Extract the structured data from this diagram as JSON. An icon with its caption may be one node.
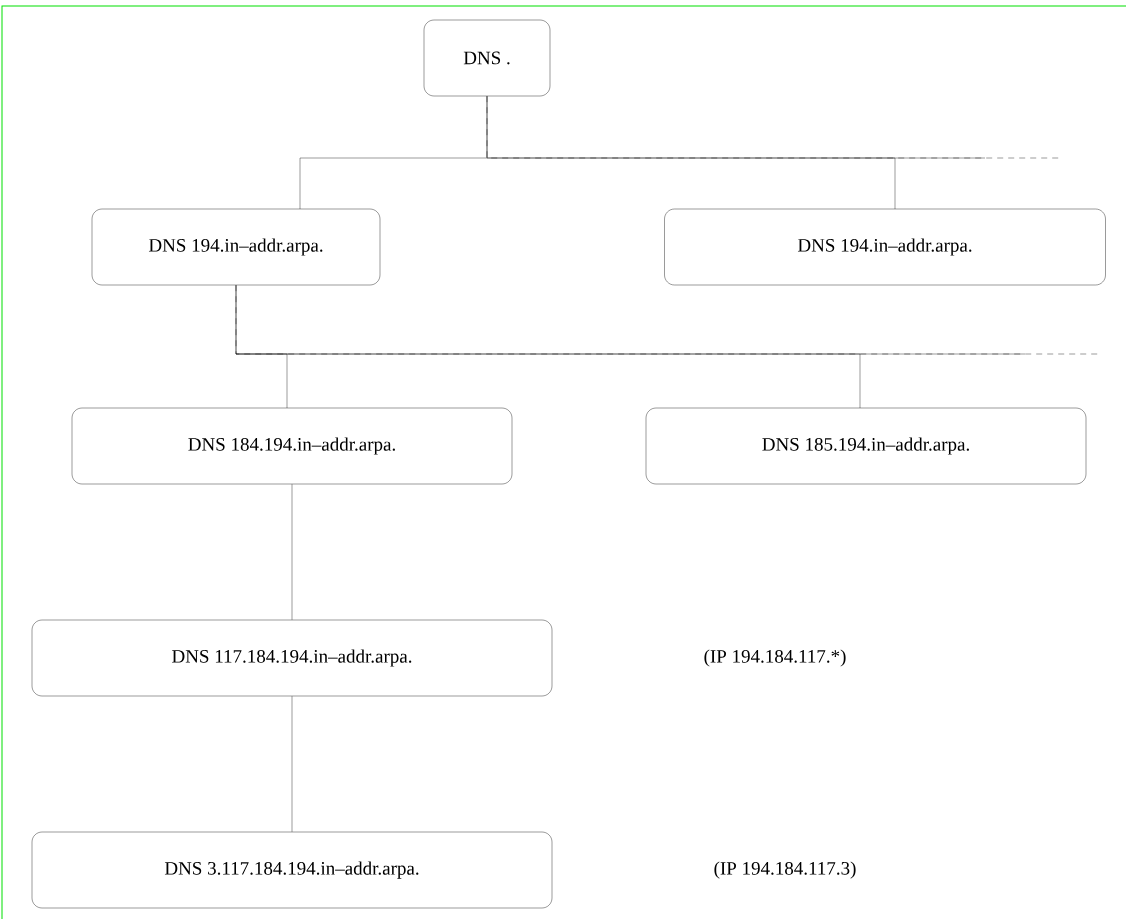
{
  "diagram": {
    "nodes": [
      {
        "text": [
          "DNS ."
        ]
      },
      {
        "text": [
          "DNS 194.in–addr.arpa."
        ]
      },
      {
        "text": [
          "DNS 194.in–addr.arpa."
        ]
      },
      {
        "text": [
          "DNS 184.194.in–addr.arpa."
        ]
      },
      {
        "text": [
          "DNS 185.194.in–addr.arpa."
        ]
      },
      {
        "text": [
          "DNS 117.184.194.in–addr.arpa."
        ]
      },
      {
        "text": [
          "DNS 3.117.184.194.in–addr.arpa."
        ]
      }
    ],
    "labels": [
      "(IP 194.184.117.*)",
      "(IP 194.184.117.3)"
    ],
    "edges": [
      {
        "from": 0,
        "to": 1,
        "arrow": "none"
      },
      {
        "from": 0,
        "to": 2,
        "arrow": "none"
      },
      {
        "from": 0,
        "to": null,
        "arrow": "none",
        "style": "dashed"
      },
      {
        "from": 1,
        "to": 3,
        "arrow": "none"
      },
      {
        "from": 1,
        "to": 4,
        "arrow": "none"
      },
      {
        "from": 1,
        "to": null,
        "arrow": "none",
        "style": "dashed"
      },
      {
        "from": 3,
        "to": 5,
        "arrow": "none"
      },
      {
        "from": 5,
        "to": 6,
        "arrow": "none"
      }
    ]
  }
}
